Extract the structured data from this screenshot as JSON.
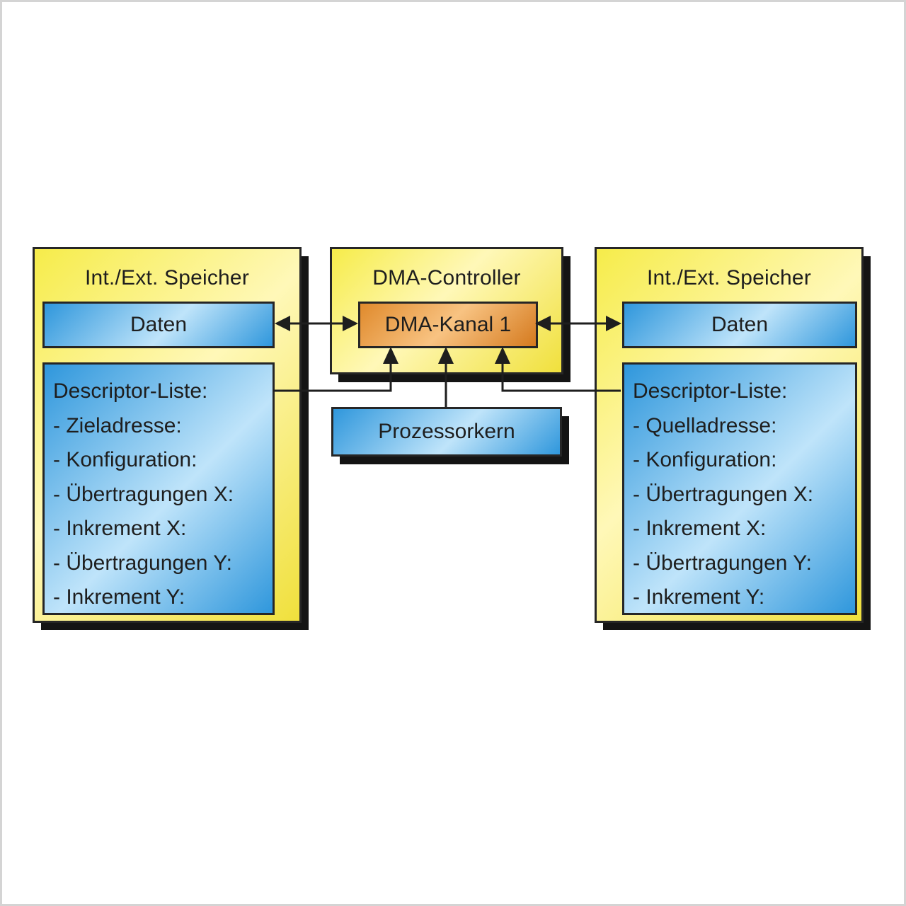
{
  "left_memory": {
    "title": "Int./Ext. Speicher",
    "data_label": "Daten",
    "descriptor": {
      "heading": "Descriptor-Liste:",
      "items": [
        "- Zieladresse:",
        "- Konfiguration:",
        "- Übertragungen X:",
        "- Inkrement X:",
        "- Übertragungen Y:",
        "- Inkrement Y:"
      ]
    }
  },
  "dma_controller": {
    "title": "DMA-Controller",
    "channel_label": "DMA-Kanal 1"
  },
  "processor": {
    "label": "Prozessorkern"
  },
  "right_memory": {
    "title": "Int./Ext. Speicher",
    "data_label": "Daten",
    "descriptor": {
      "heading": "Descriptor-Liste:",
      "items": [
        "- Quelladresse:",
        "- Konfiguration:",
        "- Übertragungen X:",
        "- Inkrement X:",
        "- Übertragungen Y:",
        "- Inkrement Y:"
      ]
    }
  },
  "colors": {
    "memory_box": "#f6ec4a",
    "data_box": "#2f97dc",
    "channel_box": "#e08a2c",
    "outline": "#262626"
  }
}
